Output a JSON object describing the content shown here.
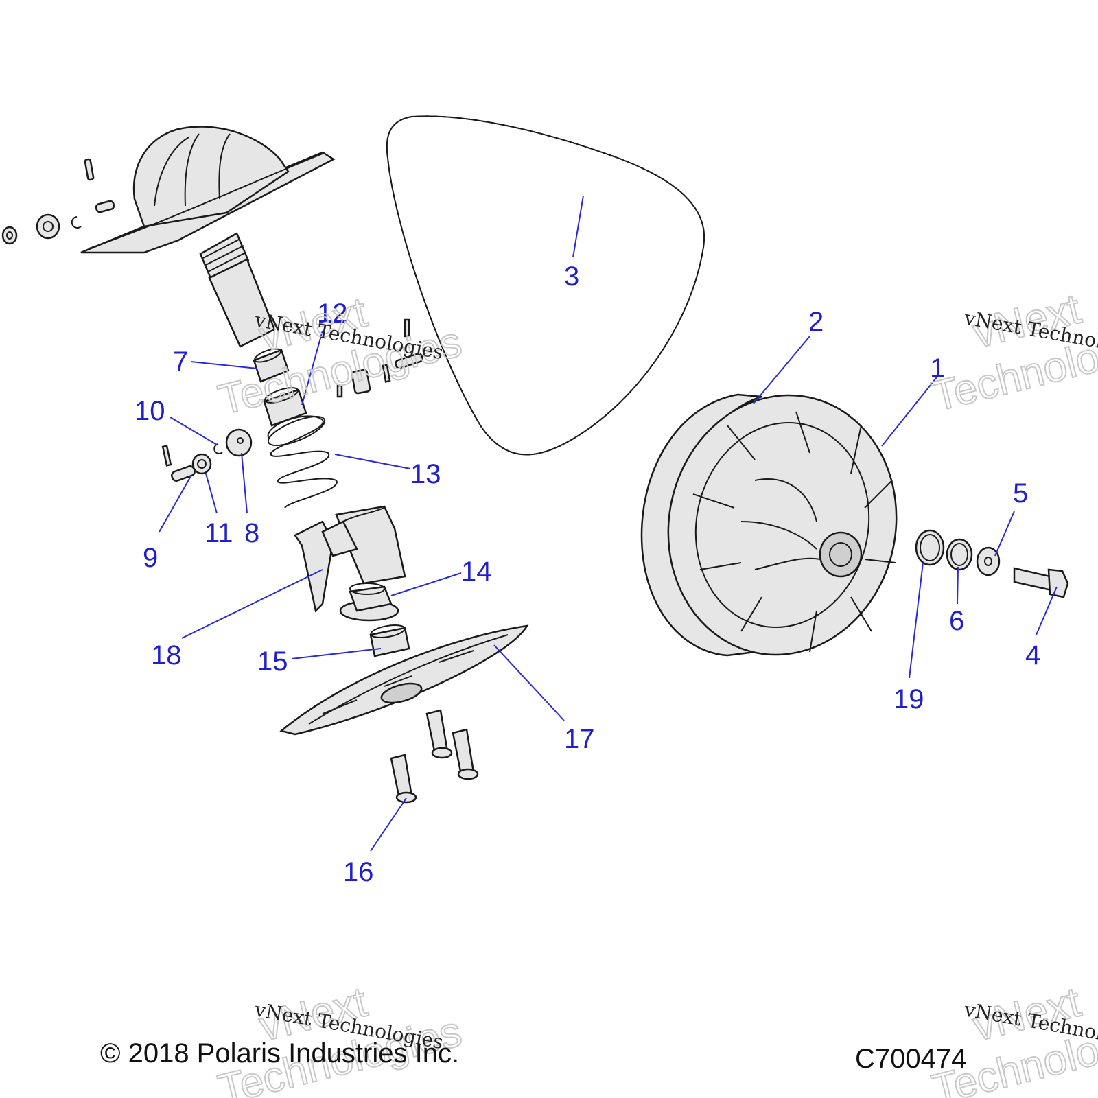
{
  "callouts": [
    {
      "id": "1",
      "label": "1"
    },
    {
      "id": "2",
      "label": "2"
    },
    {
      "id": "3",
      "label": "3"
    },
    {
      "id": "4",
      "label": "4"
    },
    {
      "id": "5",
      "label": "5"
    },
    {
      "id": "6",
      "label": "6"
    },
    {
      "id": "7",
      "label": "7"
    },
    {
      "id": "8",
      "label": "8"
    },
    {
      "id": "9",
      "label": "9"
    },
    {
      "id": "10",
      "label": "10"
    },
    {
      "id": "11",
      "label": "11"
    },
    {
      "id": "12",
      "label": "12"
    },
    {
      "id": "13",
      "label": "13"
    },
    {
      "id": "14",
      "label": "14"
    },
    {
      "id": "15",
      "label": "15"
    },
    {
      "id": "16",
      "label": "16"
    },
    {
      "id": "17",
      "label": "17"
    },
    {
      "id": "18",
      "label": "18"
    },
    {
      "id": "19",
      "label": "19"
    }
  ],
  "watermark": {
    "line": "vNext Technologies",
    "big_top": "vNext",
    "big_bottom": "Technologies"
  },
  "footer": {
    "copyright": "© 2018 Polaris Industries Inc.",
    "code": "C700474"
  },
  "colors": {
    "callout": "#1f1fd0",
    "line_art": "#1a1a1a"
  }
}
